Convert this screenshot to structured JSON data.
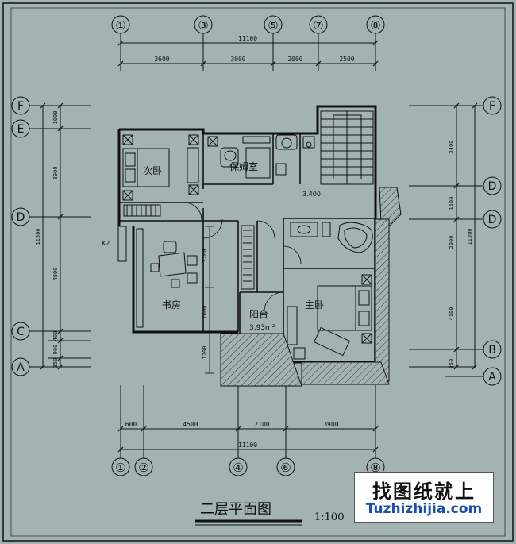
{
  "drawing": {
    "title": "二层平面图",
    "scale": "1:100"
  },
  "axes": {
    "top": [
      "①",
      "③",
      "⑤",
      "⑦",
      "⑧"
    ],
    "bottom": [
      "①",
      "②",
      "④",
      "⑥",
      "⑧"
    ],
    "left": [
      "F",
      "E",
      "D",
      "C",
      "A"
    ],
    "right": [
      "F",
      "D",
      "D",
      "B",
      "A"
    ]
  },
  "dimensions": {
    "top_total": "11100",
    "top_segments": [
      "3600",
      "3000",
      "2000",
      "2500"
    ],
    "bottom_total": "11100",
    "bottom_segments": [
      "600",
      "4500",
      "2100",
      "3900"
    ],
    "left_total": "11300",
    "left_segments": [
      "1000",
      "3900",
      "4800",
      "400",
      "900",
      "350"
    ],
    "right_total": "11300",
    "right_segments": [
      "3400",
      "1500",
      "2000",
      "4100",
      "350"
    ],
    "inner": [
      "3200",
      "1600",
      "1200"
    ]
  },
  "rooms": {
    "bedroom": "次卧",
    "nanny": "保姆室",
    "study": "书房",
    "balcony": "阳台",
    "balcony_area": "3.93m²",
    "master": "主卧",
    "level": "3.400",
    "window_k2": "K2"
  },
  "brand": {
    "cn": "找图纸就上",
    "en": "Tuzhizhijia.com"
  }
}
